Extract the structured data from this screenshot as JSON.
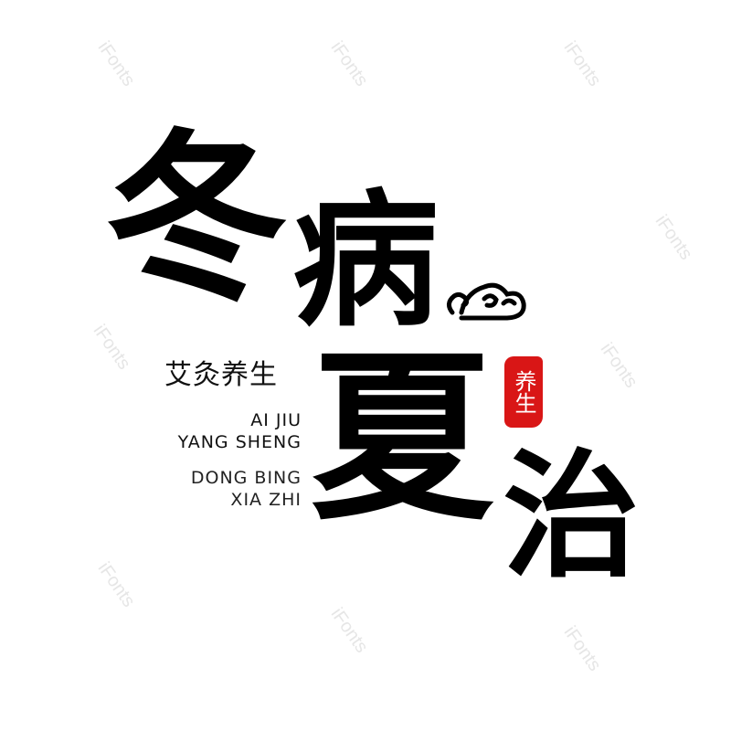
{
  "watermark": "iFonts",
  "title": {
    "char1": "冬",
    "char2": "病",
    "char3": "夏",
    "char4": "治"
  },
  "subtitle_cn": "艾灸养生",
  "pinyin_line1": "AI JIU",
  "pinyin_line2": "YANG SHENG",
  "pinyin_line3": "DONG BING",
  "pinyin_line4": "XIA ZHI",
  "seal_text": "养生",
  "colors": {
    "ink": "#000000",
    "seal": "#d91616"
  }
}
